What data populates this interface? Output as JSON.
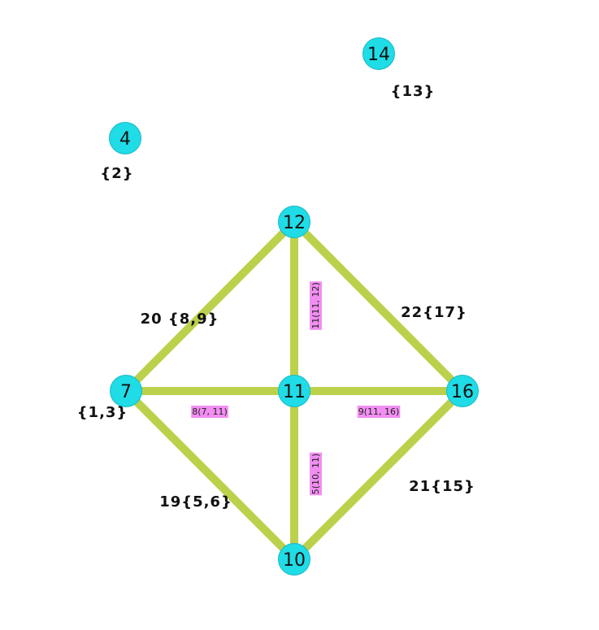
{
  "colors": {
    "node_fill": "#1fdce6",
    "node_stroke": "#19b9c4",
    "edge": "#bcd14b",
    "edge_tag_bg": "#f28ef2"
  },
  "nodes": [
    {
      "id": "n14",
      "label": "14",
      "set": "{13}"
    },
    {
      "id": "n4",
      "label": "4",
      "set": "{2}"
    },
    {
      "id": "n12",
      "label": "12",
      "set": ""
    },
    {
      "id": "n7",
      "label": "7",
      "set": "{1,3}"
    },
    {
      "id": "n11",
      "label": "11",
      "set": ""
    },
    {
      "id": "n16",
      "label": "16",
      "set": ""
    },
    {
      "id": "n10",
      "label": "10",
      "set": ""
    }
  ],
  "edges": [
    {
      "id": "e7-12",
      "from": "n7",
      "to": "n12",
      "label": "20 {8,9}"
    },
    {
      "id": "e12-16",
      "from": "n12",
      "to": "n16",
      "label": "22{17}"
    },
    {
      "id": "e16-10",
      "from": "n16",
      "to": "n10",
      "label": "21{15}"
    },
    {
      "id": "e7-10",
      "from": "n7",
      "to": "n10",
      "label": "19{5,6}"
    },
    {
      "id": "e11-12",
      "from": "n11",
      "to": "n12",
      "tag": "11(11, 12)"
    },
    {
      "id": "e7-11",
      "from": "n7",
      "to": "n11",
      "tag": "8(7, 11)"
    },
    {
      "id": "e11-16",
      "from": "n11",
      "to": "n16",
      "tag": "9(11, 16)"
    },
    {
      "id": "e10-11",
      "from": "n10",
      "to": "n11",
      "tag": "5(10, 11)"
    }
  ]
}
